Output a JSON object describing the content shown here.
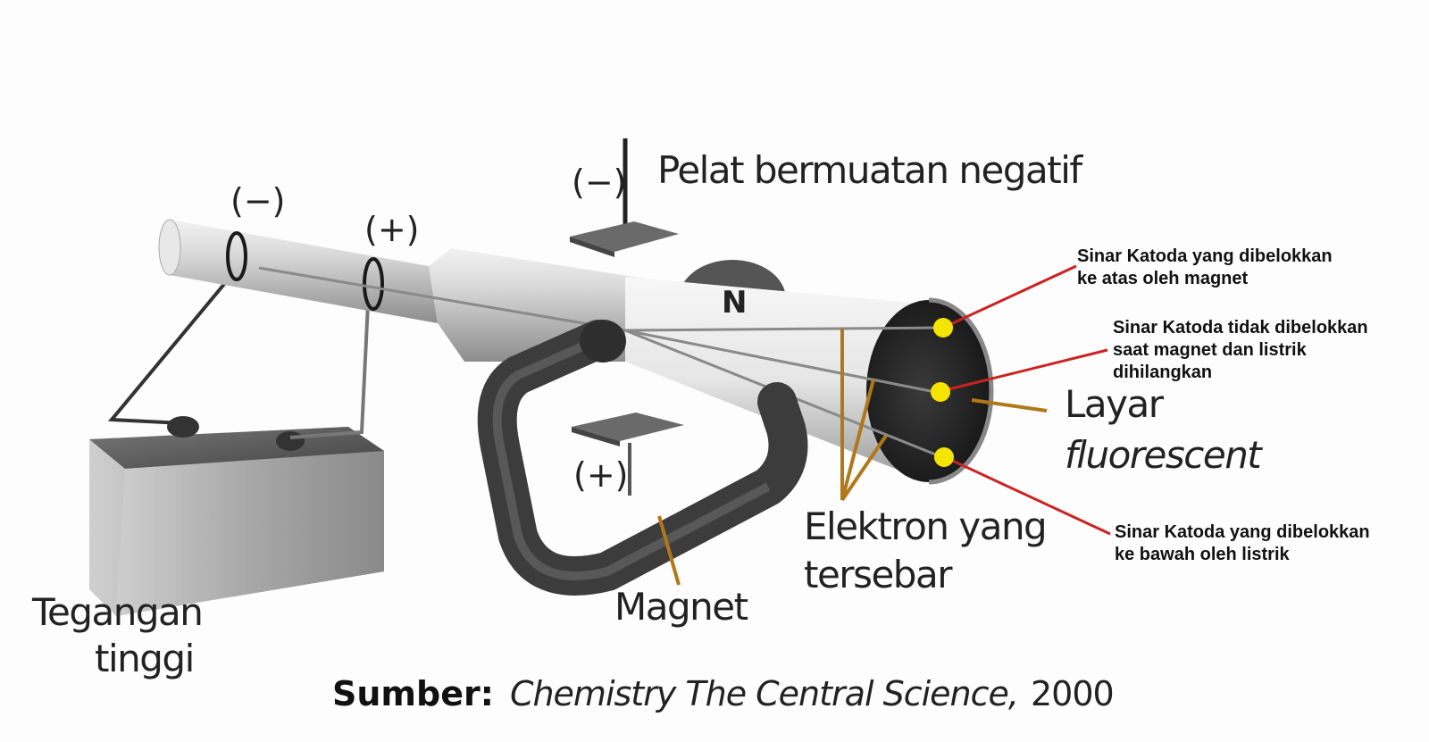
{
  "labels": {
    "cathode_sign": "(−)",
    "anode_sign": "(+)",
    "plate_top_sign": "(−)",
    "plate_top_label": "Pelat bermuatan negatif",
    "plate_bottom_sign": "(+)",
    "magnet_pole": "N",
    "magnet_label": "Magnet",
    "voltage_line1": "Tegangan",
    "voltage_line2": "tinggi",
    "electrons_line1": "Elektron yang",
    "electrons_line2": "tersebar",
    "screen_line1": "Layar",
    "screen_line2": "fluorescent"
  },
  "annotations": {
    "up_line1": "Sinar Katoda yang dibelokkan",
    "up_line2": "ke atas oleh magnet",
    "mid_line1": "Sinar Katoda tidak dibelokkan",
    "mid_line2": "saat magnet dan listrik",
    "mid_line3": "dihilangkan",
    "down_line1": "Sinar Katoda yang dibelokkan",
    "down_line2": "ke bawah oleh listrik"
  },
  "source": {
    "prefix": "Sumber:",
    "title": "Chemistry The Central Science,",
    "year": "2000"
  },
  "colors": {
    "leader": "#b07818",
    "annotation_line": "#cc2222",
    "marker": "#f5e400",
    "tube": "#c9c9c9",
    "magnet": "#4a4a4a"
  }
}
